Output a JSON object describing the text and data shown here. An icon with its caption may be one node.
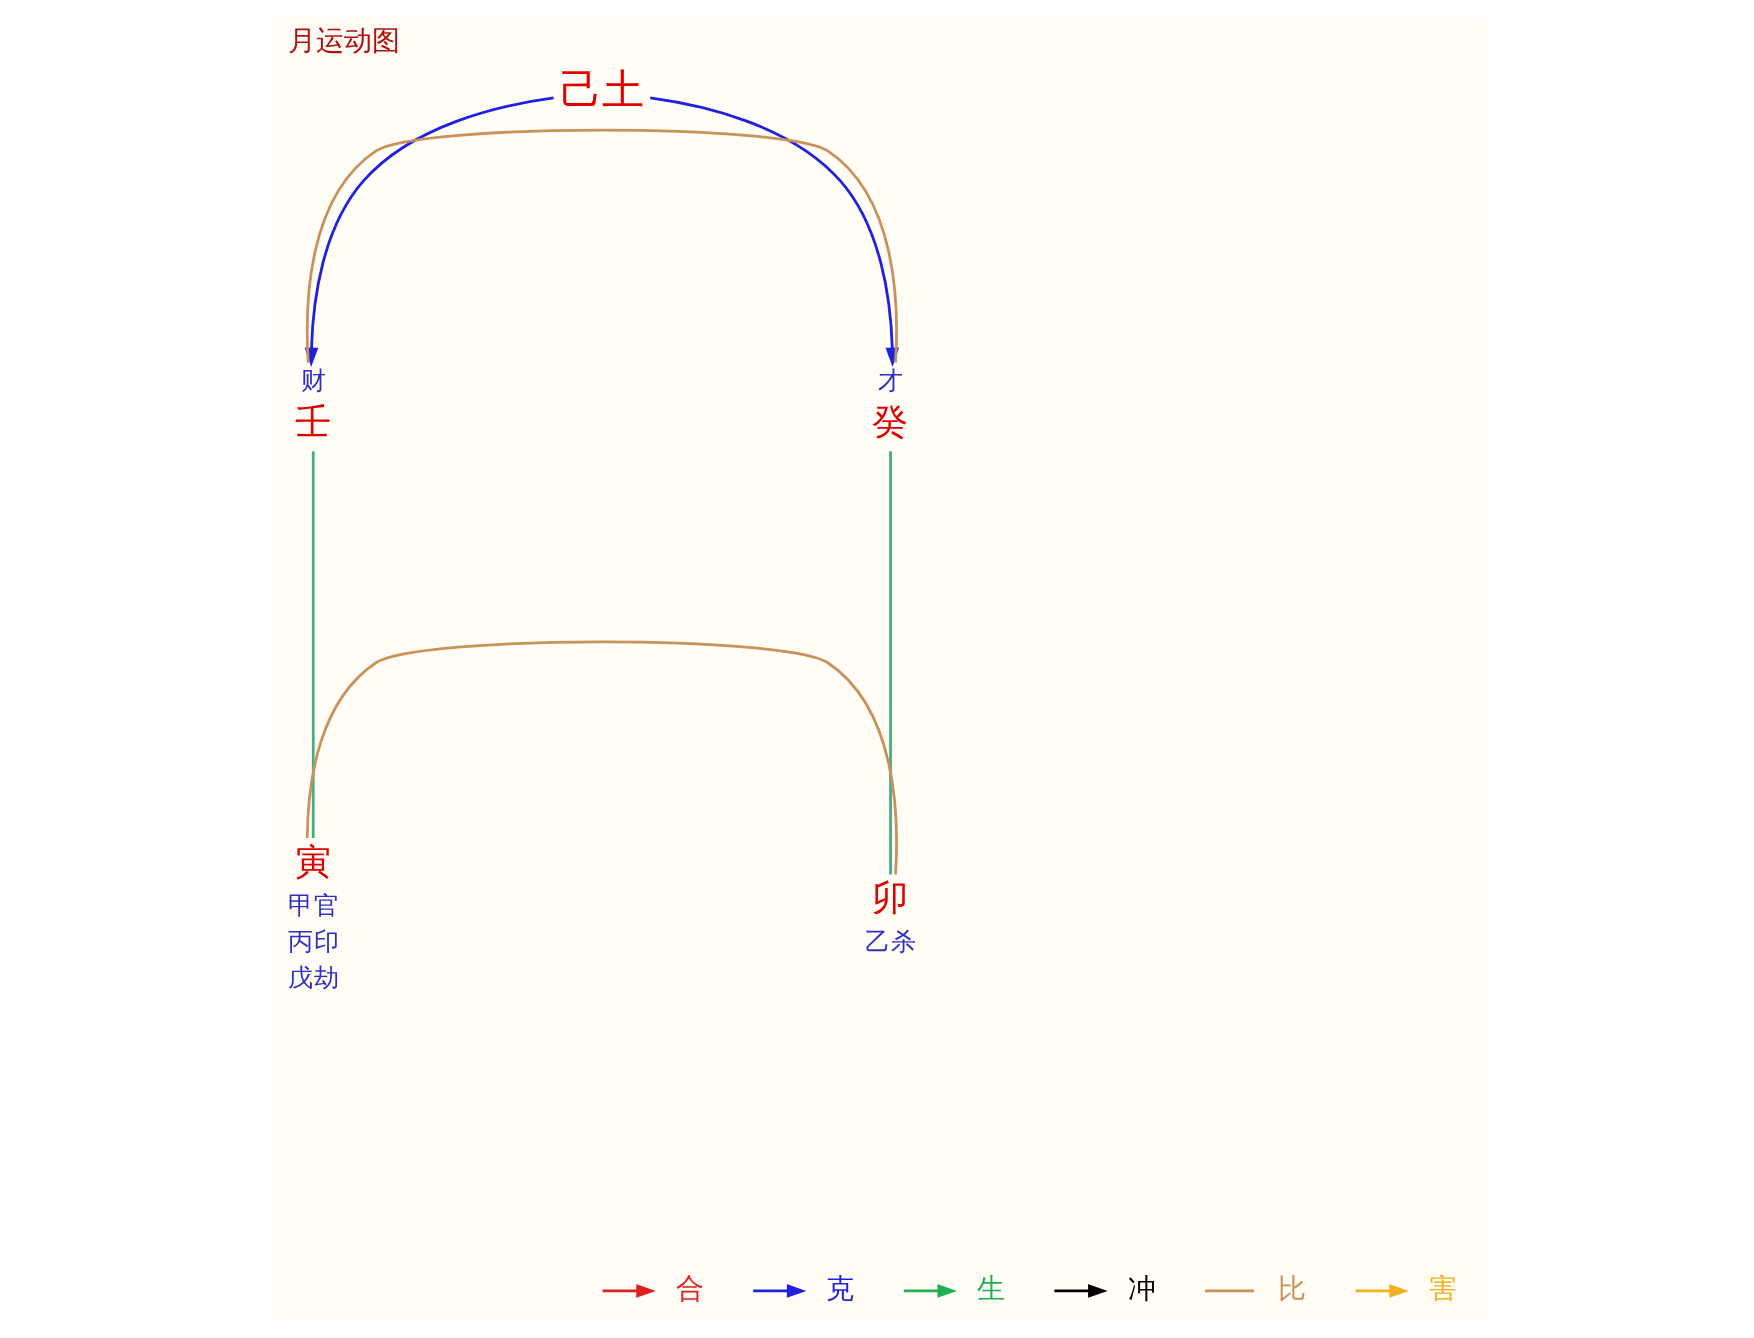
{
  "diagram": {
    "title": "月运动图",
    "nodes": [
      {
        "text": [
          "己土"
        ]
      },
      {
        "text": [
          "壬"
        ],
        "beside": [
          "财"
        ]
      },
      {
        "text": [
          "癸"
        ],
        "beside": [
          "才"
        ]
      },
      {
        "text": [
          "寅"
        ],
        "beside": [
          "甲官",
          "丙印",
          "戊劫"
        ]
      },
      {
        "text": [
          "卯"
        ],
        "beside": [
          "乙杀"
        ]
      }
    ],
    "edges": [
      {
        "from": 0,
        "to": 1,
        "arrow": "to",
        "color": "#2020e0"
      },
      {
        "from": 0,
        "to": 2,
        "arrow": "to",
        "color": "#2020e0"
      },
      {
        "from": 1,
        "to": 2,
        "arrow": "none",
        "color": "#c8925a"
      },
      {
        "from": 1,
        "to": 3,
        "arrow": "none",
        "color": "#40b080"
      },
      {
        "from": 2,
        "to": 4,
        "arrow": "none",
        "color": "#40b080"
      },
      {
        "from": 3,
        "to": 4,
        "arrow": "none",
        "color": "#c8925a"
      }
    ],
    "legend": [
      {
        "text": "合",
        "color": "#e02020"
      },
      {
        "text": "克",
        "color": "#2020e0"
      },
      {
        "text": "生",
        "color": "#20b050"
      },
      {
        "text": "冲",
        "color": "#000000"
      },
      {
        "text": "比",
        "color": "#c8925a"
      },
      {
        "text": "害",
        "color": "#f0b020"
      }
    ]
  }
}
